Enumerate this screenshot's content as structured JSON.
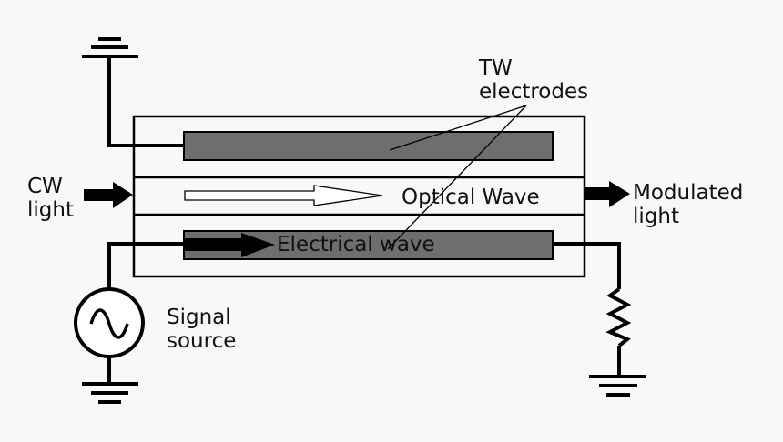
{
  "labels": {
    "tw_line1": "TW",
    "tw_line2": "electrodes",
    "cw_line1": "CW",
    "cw_line2": "light",
    "optical_wave": "Optical Wave",
    "electrical_wave": "Electrical wave",
    "modulated_line1": "Modulated",
    "modulated_line2": "light",
    "signal_line1": "Signal",
    "signal_line2": "source"
  },
  "colors": {
    "background": "#f8f8f8",
    "electrode_fill": "#6e6e6e",
    "stroke": "#000000"
  }
}
